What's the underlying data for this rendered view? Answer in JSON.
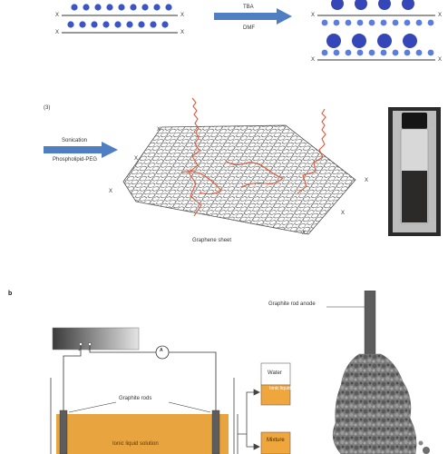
{
  "panel_a_top": {
    "arrow_label_top": "TBA",
    "arrow_label_bottom": "DMF",
    "layer_marker": "X"
  },
  "panel_a_step3": {
    "step_label": "(3)",
    "arrow_label_top": "Sonication",
    "arrow_label_bottom": "Phospholipid-PEG",
    "sheet_label": "Graphene sheet",
    "edge_marker": "X"
  },
  "panel_b": {
    "panel_label": "b",
    "anode_label": "Graphite rod anode",
    "rods_label": "Graphite rods",
    "ammeter_symbol": "A",
    "plus_sign": "+",
    "minus_sign": "−",
    "vial_top_label": "Water",
    "vial_bottom_label": "Ionic liquid",
    "lower_box_label": "Mixture",
    "liquid_label": "Ionic liquid solution"
  },
  "colors": {
    "arrow_blue": "#4f7fc2",
    "ball_blue": "#3b55c8",
    "sheet_gray": "#444444",
    "polymer_red": "#e05a3a",
    "electrolyte_orange": "#e7a43f",
    "vial_orange": "#efa63c",
    "anode_gray": "#5d5d5d"
  }
}
